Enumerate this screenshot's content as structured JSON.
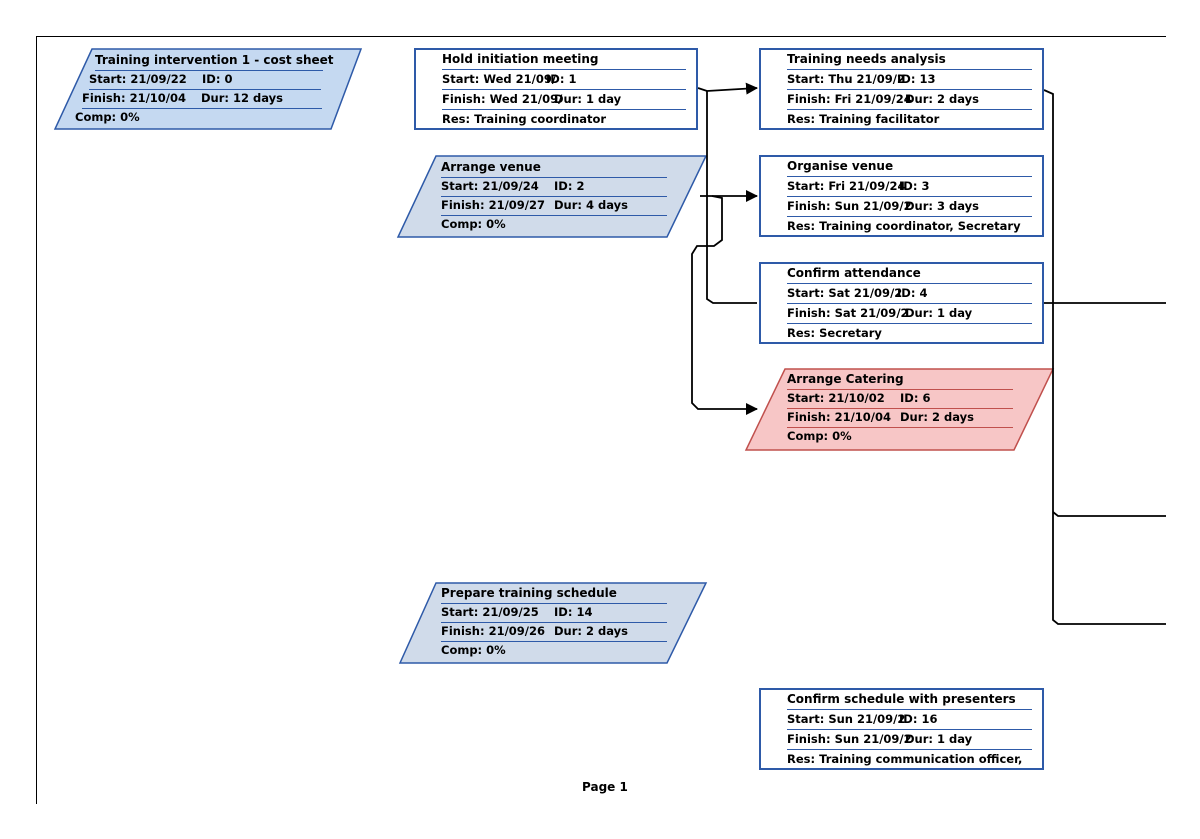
{
  "footer": {
    "page_label": "Page 1"
  },
  "colors": {
    "box_border": "#2e5aa8",
    "summary_fill": "#c5d9f1",
    "milestone_fill": "#d0dbea",
    "critical_fill": "#f7c6c6",
    "critical_border": "#c0504d"
  },
  "nodes": {
    "summary": {
      "title": "Training intervention 1 - cost sheet",
      "start_label": "Start:",
      "start": "21/09/22",
      "id_label": "ID:",
      "id": "0",
      "finish_label": "Finish:",
      "finish": "21/10/04",
      "dur_label": "Dur:",
      "dur": "12 days",
      "comp_label": "Comp:",
      "comp": "0%"
    },
    "hold_meeting": {
      "title": "Hold initiation meeting",
      "start_label": "Start:",
      "start": "Wed 21/09/",
      "id_label": "ID:",
      "id": "1",
      "finish_label": "Finish:",
      "finish": "Wed 21/09/",
      "dur_label": "Dur:",
      "dur": "1 day",
      "res_label": "Res:",
      "res": "Training coordinator"
    },
    "arrange_venue": {
      "title": "Arrange venue",
      "start_label": "Start:",
      "start": "21/09/24",
      "id_label": "ID:",
      "id": "2",
      "finish_label": "Finish:",
      "finish": "21/09/27",
      "dur_label": "Dur:",
      "dur": "4 days",
      "comp_label": "Comp:",
      "comp": "0%"
    },
    "prepare_schedule": {
      "title": "Prepare training schedule",
      "start_label": "Start:",
      "start": "21/09/25",
      "id_label": "ID:",
      "id": "14",
      "finish_label": "Finish:",
      "finish": "21/09/26",
      "dur_label": "Dur:",
      "dur": "2 days",
      "comp_label": "Comp:",
      "comp": "0%"
    },
    "needs_analysis": {
      "title": "Training needs analysis",
      "start_label": "Start:",
      "start": "Thu 21/09/2",
      "id_label": "ID:",
      "id": "13",
      "finish_label": "Finish:",
      "finish": "Fri 21/09/24",
      "dur_label": "Dur:",
      "dur": "2 days",
      "res_label": "Res:",
      "res": "Training facilitator"
    },
    "organise_venue": {
      "title": "Organise venue",
      "start_label": "Start:",
      "start": "Fri 21/09/24",
      "id_label": "ID:",
      "id": "3",
      "finish_label": "Finish:",
      "finish": "Sun 21/09/2",
      "dur_label": "Dur:",
      "dur": "3 days",
      "res_label": "Res:",
      "res": "Training coordinator, Secretary"
    },
    "confirm_attendance": {
      "title": "Confirm attendance",
      "start_label": "Start:",
      "start": "Sat 21/09/2",
      "id_label": "ID:",
      "id": "4",
      "finish_label": "Finish:",
      "finish": "Sat 21/09/2",
      "dur_label": "Dur:",
      "dur": "1 day",
      "res_label": "Res:",
      "res": "Secretary"
    },
    "arrange_catering": {
      "title": "Arrange Catering",
      "start_label": "Start:",
      "start": "21/10/02",
      "id_label": "ID:",
      "id": "6",
      "finish_label": "Finish:",
      "finish": "21/10/04",
      "dur_label": "Dur:",
      "dur": "2 days",
      "comp_label": "Comp:",
      "comp": "0%"
    },
    "confirm_presenters": {
      "title": "Confirm schedule with presenters",
      "start_label": "Start:",
      "start": "Sun 21/09/2",
      "id_label": "ID:",
      "id": "16",
      "finish_label": "Finish:",
      "finish": "Sun 21/09/2",
      "dur_label": "Dur:",
      "dur": "1 day",
      "res_label": "Res:",
      "res": "Training communication officer,"
    }
  }
}
